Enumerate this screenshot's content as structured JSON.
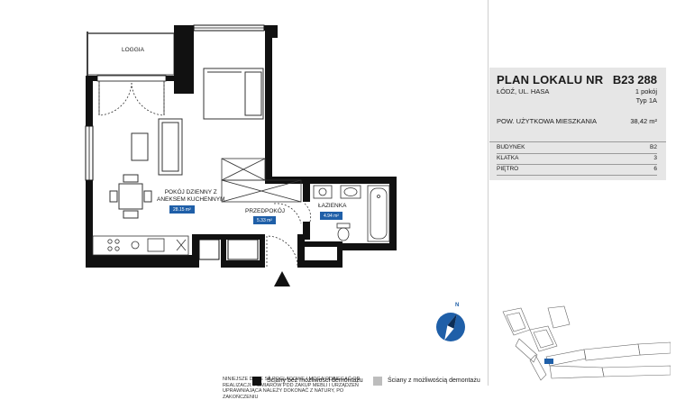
{
  "title": {
    "heading": "PLAN LOKALU NR",
    "number": "B23 288",
    "address": "ŁÓDŹ, UL. HASA",
    "rooms": "1 pokój",
    "type": "Typ 1A"
  },
  "area": {
    "label": "POW. UŻYTKOWA MIESZKANIA",
    "value": "38,42 m²"
  },
  "details": [
    {
      "label": "BUDYNEK",
      "value": "B2"
    },
    {
      "label": "KLATKA",
      "value": "3"
    },
    {
      "label": "PIĘTRO",
      "value": "6"
    }
  ],
  "rooms": {
    "loggia": "LOGGIA",
    "living_line1": "POKÓJ DZIENNY Z",
    "living_line2": "ANEKSEM KUCHENNYM",
    "living_area": "28.15 m²",
    "hall": "PRZEDPOKÓJ",
    "hall_area": "5.33 m²",
    "bath": "ŁAZIENKA",
    "bath_area": "4.94 m²"
  },
  "compass": {
    "north": "N"
  },
  "footer": {
    "disclaimer": "NINIEJSZE DANE SA POGLADOWE I MOGA ODBIEGAĆ OD REALIZACJI. POMIARÓW PDD ZAKUP MEBLI I URZĄDZEŃ UPRAWNIAJĄCA NALEŻY DOKONAĆ Z NATURY, PO ZAKOŃCZENIU",
    "legend_fixed": "Ściany bez możliwości demontażu",
    "legend_removable": "Ściany z możliwością demontażu"
  },
  "colors": {
    "wall": "#111111",
    "area_badge": "#1f5fa8",
    "panel": "#e6e6e6",
    "removable_wall": "#bdbdbd"
  }
}
